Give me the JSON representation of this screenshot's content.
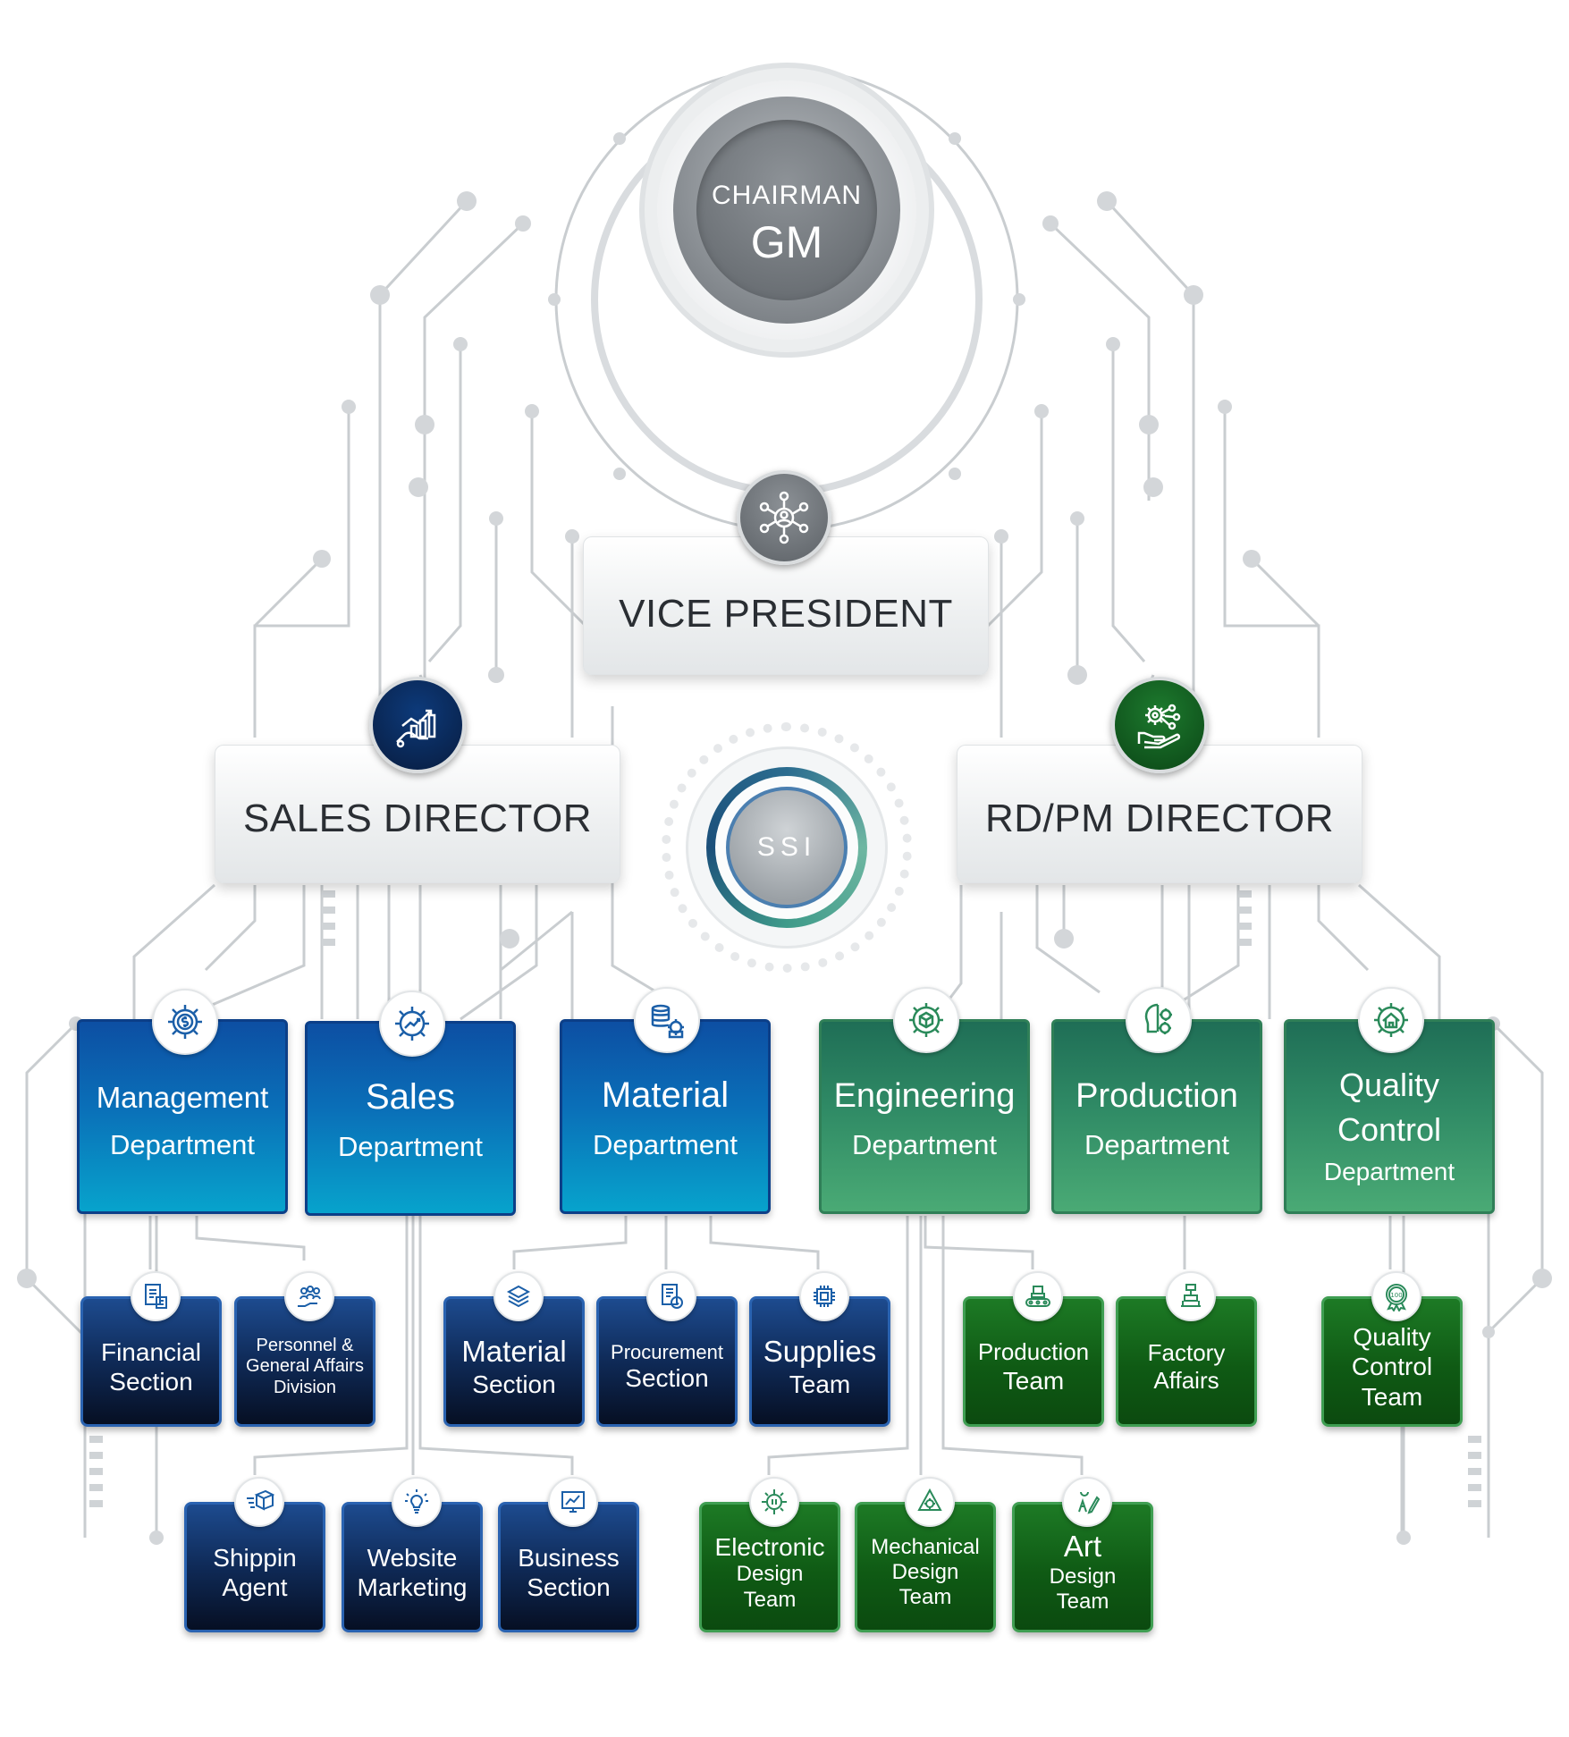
{
  "top": {
    "line1": "CHAIRMAN",
    "line2": "GM"
  },
  "vice_president": "VICE PRESIDENT",
  "center_logo": "SSI",
  "sales_director": "SALES DIRECTOR",
  "rd_director": "RD/PM DIRECTOR",
  "departments": {
    "management": {
      "line1": "Management",
      "line2": "Department"
    },
    "sales": {
      "line1": "Sales",
      "line2": "Department"
    },
    "material": {
      "line1": "Material",
      "line2": "Department"
    },
    "engineering": {
      "line1": "Engineering",
      "line2": "Department"
    },
    "production": {
      "line1": "Production",
      "line2": "Department"
    },
    "quality": {
      "line1": "Quality",
      "line2": "Control",
      "line3": "Department"
    }
  },
  "sections": {
    "financial": {
      "line1": "Financial",
      "line2": "Section"
    },
    "personnel": {
      "line1": "Personnel &",
      "line2": "General Affairs",
      "line3": "Division"
    },
    "material_section": {
      "line1": "Material",
      "line2": "Section"
    },
    "procurement": {
      "line1": "Procurement",
      "line2": "Section"
    },
    "supplies": {
      "line1": "Supplies",
      "line2": "Team"
    },
    "production_team": {
      "line1": "Production",
      "line2": "Team"
    },
    "factory": {
      "line1": "Factory",
      "line2": "Affairs"
    },
    "qc_team": {
      "line1": "Quality",
      "line2": "Control",
      "line3": "Team"
    },
    "shipping": {
      "line1": "Shippin",
      "line2": "Agent"
    },
    "website": {
      "line1": "Website",
      "line2": "Marketing"
    },
    "business": {
      "line1": "Business",
      "line2": "Section"
    },
    "electronic": {
      "line1": "Electronic",
      "line2": "Design",
      "line3": "Team"
    },
    "mechanical": {
      "line1": "Mechanical",
      "line2": "Design",
      "line3": "Team"
    },
    "art": {
      "line1": "Art",
      "line2": "Design",
      "line3": "Team"
    }
  },
  "icons": {
    "vp": "network-people-icon",
    "sales_director": "growth-chart-hand-icon",
    "rd_director": "gear-hand-icon"
  },
  "colors": {
    "blue_dept": "#0a6fb8",
    "green_dept": "#2f8a65",
    "navy_section": "#0f2a57",
    "green_section": "#0f5a14",
    "circuit": "#c9cdd0"
  }
}
